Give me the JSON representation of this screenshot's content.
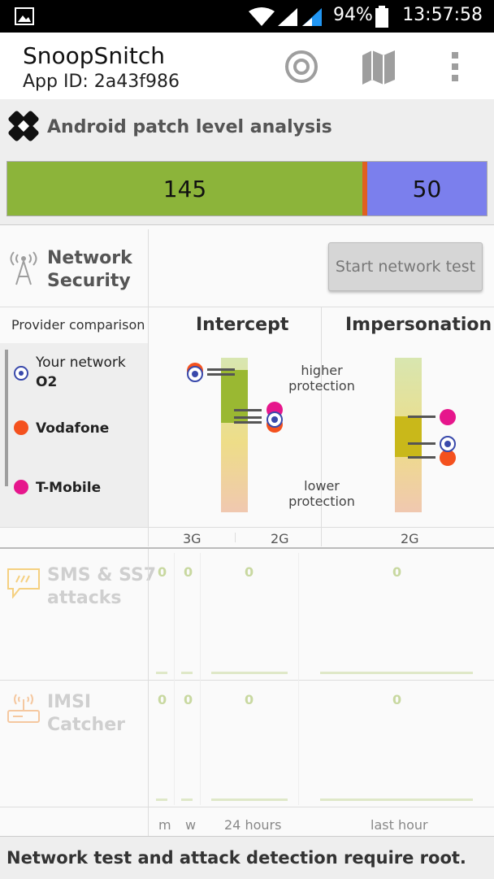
{
  "status_bar": {
    "battery": "94%",
    "time": "13:57:58"
  },
  "app_bar": {
    "title": "SnoopSnitch",
    "subtitle": "App ID: 2a43f986",
    "icons": [
      "target-icon",
      "map-icon",
      "overflow-menu-icon"
    ]
  },
  "patch": {
    "title": "Android patch level analysis",
    "ok_count": "145",
    "missing_count": "50",
    "ok_fraction": 0.74,
    "colors": {
      "ok": "#8cb43a",
      "missing": "#7b7fed",
      "unknown": "#e06020"
    }
  },
  "network": {
    "label_line1": "Network",
    "label_line2": "Security",
    "start_button": "Start network test"
  },
  "provider_comparison": {
    "header": "Provider comparison",
    "intercept": "Intercept",
    "impersonation": "Impersonation",
    "your_network": "Your network",
    "providers": [
      {
        "name": "O2",
        "color": "#3949ab"
      },
      {
        "name": "Vodafone",
        "color": "#f4511e"
      },
      {
        "name": "T-Mobile",
        "color": "#e6168c"
      }
    ],
    "higher": "higher",
    "protection_top": "protection",
    "lower": "lower",
    "protection_bottom": "protection",
    "col_3g": "3G",
    "col_2g_a": "2G",
    "col_2g_b": "2G"
  },
  "sms": {
    "line1": "SMS & SS7",
    "line2": "attacks",
    "counts": [
      "0",
      "0",
      "0",
      "0"
    ]
  },
  "imsi": {
    "line1": "IMSI",
    "line2": "Catcher",
    "counts": [
      "0",
      "0",
      "0",
      "0"
    ]
  },
  "axis": {
    "m": "m",
    "w": "w",
    "hours": "24 hours",
    "last_hour": "last hour"
  },
  "footer": {
    "message": "Network test and attack detection require root."
  }
}
